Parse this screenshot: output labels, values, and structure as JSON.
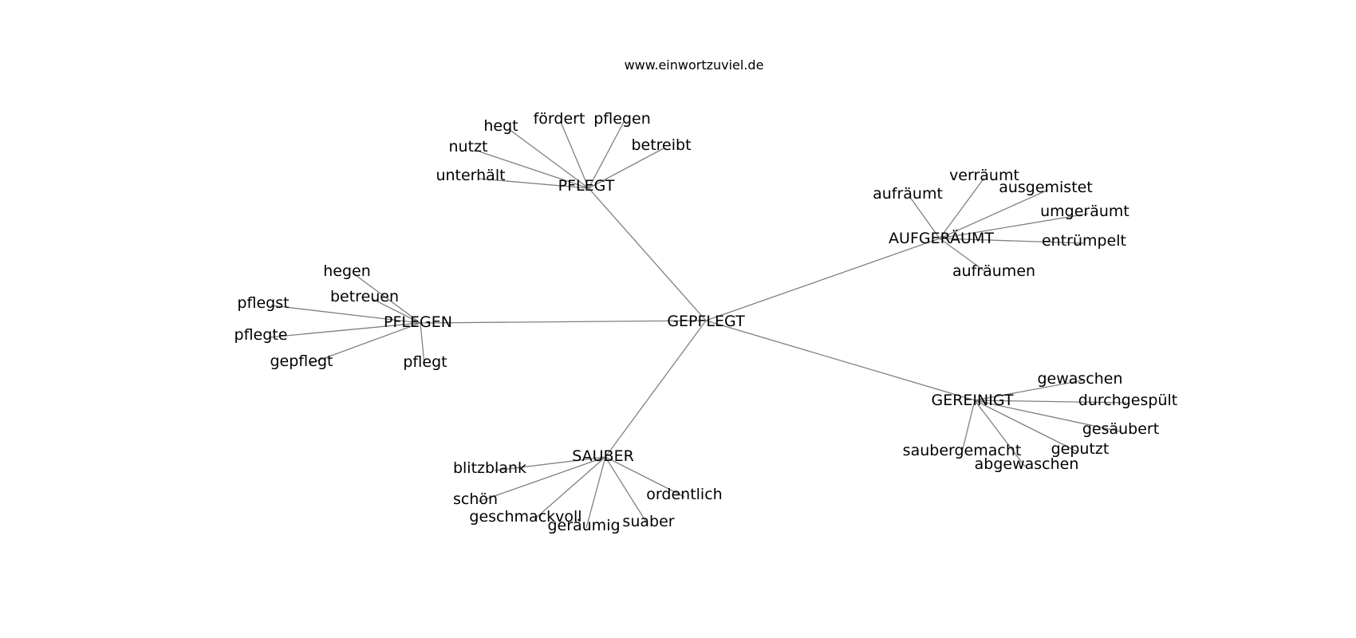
{
  "header": {
    "site_credit": "www.einwortzuviel.de"
  },
  "graph": {
    "center": "GEPFLEGT",
    "edge_color": "#808080",
    "clusters": [
      {
        "hub": "PFLEGT",
        "words": [
          "unterhält",
          "nutzt",
          "hegt",
          "fördert",
          "pflegen",
          "betreibt"
        ]
      },
      {
        "hub": "PFLEGEN",
        "words": [
          "hegen",
          "betreuen",
          "pflegst",
          "pflegte",
          "gepflegt",
          "pflegt"
        ]
      },
      {
        "hub": "AUFGERÄUMT",
        "words": [
          "aufräumt",
          "verräumt",
          "ausgemistet",
          "umgeräumt",
          "entrümpelt",
          "aufräumen"
        ]
      },
      {
        "hub": "GEREINIGT",
        "words": [
          "gewaschen",
          "durchgespült",
          "gesäubert",
          "geputzt",
          "abgewaschen",
          "saubergemacht"
        ]
      },
      {
        "hub": "SAUBER",
        "words": [
          "blitzblank",
          "schön",
          "geschmackvoll",
          "geräumig",
          "suaber",
          "ordentlich"
        ]
      }
    ]
  }
}
